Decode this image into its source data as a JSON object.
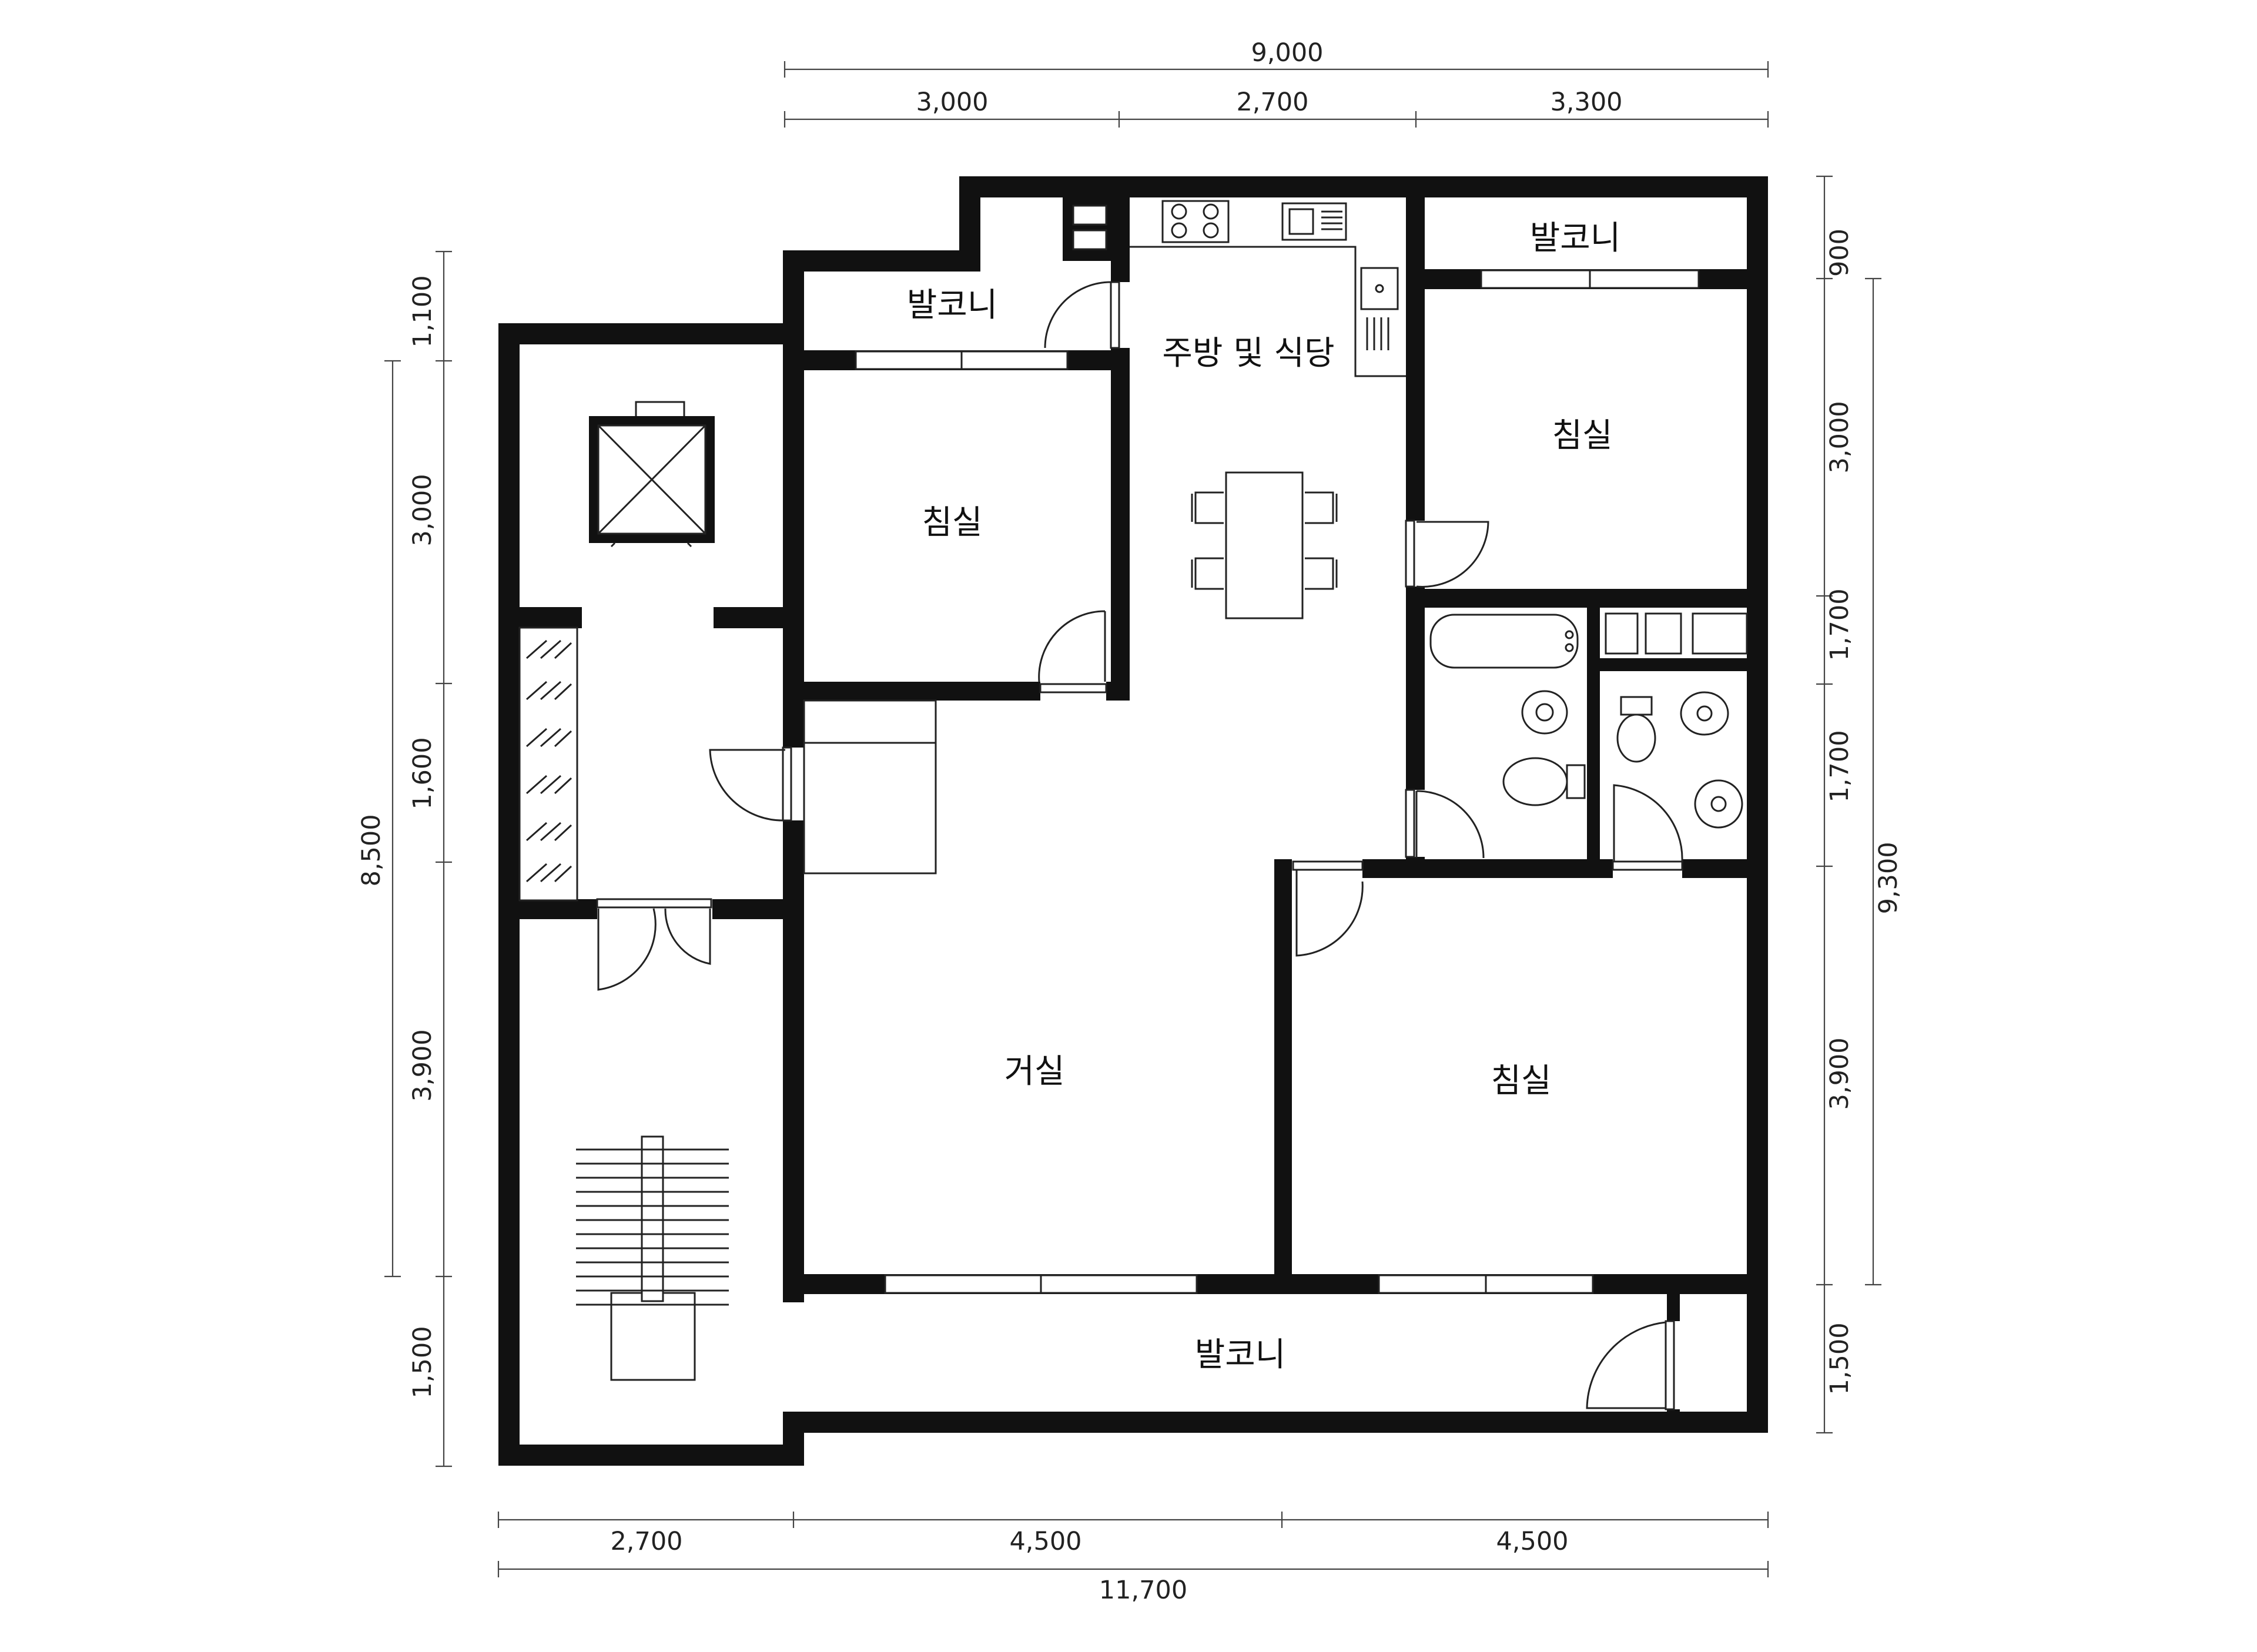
{
  "dimensions": {
    "top_total": "9,000",
    "top_segments": [
      "3,000",
      "2,700",
      "3,300"
    ],
    "bottom_segments": [
      "2,700",
      "4,500",
      "4,500"
    ],
    "bottom_total": "11,700",
    "left_segments": [
      "1,100",
      "3,000",
      "1,600",
      "3,900",
      "1,500"
    ],
    "left_total": "8,500",
    "right_segments": [
      "900",
      "3,000",
      "1,700",
      "1,700",
      "3,900",
      "1,500"
    ],
    "right_total": "9,300"
  },
  "rooms": {
    "balcony_top_left": "발코니",
    "balcony_top_right": "발코니",
    "kitchen_dining": "주방 및 식당",
    "bedroom_top_left": "침실",
    "bedroom_top_right": "침실",
    "living_room": "거실",
    "bedroom_bottom_right": "침실",
    "balcony_bottom": "발코니"
  }
}
